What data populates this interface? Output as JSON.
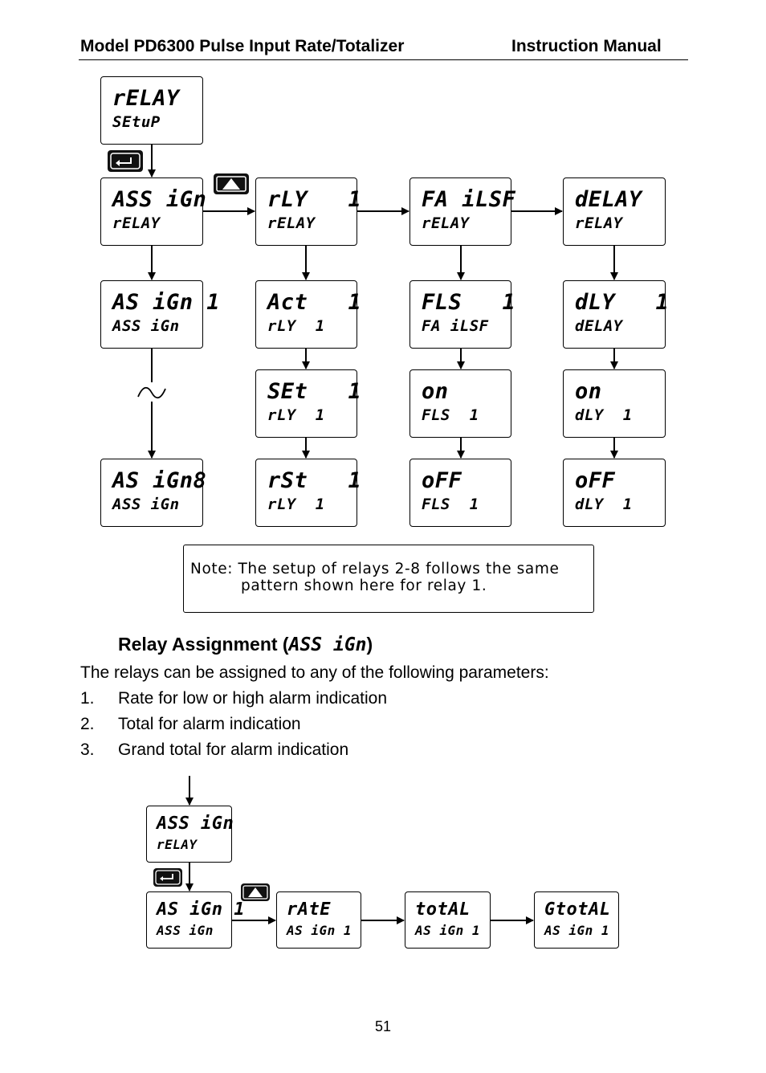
{
  "header": {
    "left": "Model PD6300 Pulse Input Rate/Totalizer",
    "right": "Instruction Manual"
  },
  "diagram1": {
    "relay_setup": {
      "top": "rELAY",
      "bottom": "SEtuP"
    },
    "row1": [
      {
        "top": "ASS iGn",
        "bottom": "rELAY"
      },
      {
        "top": "rLY   1",
        "bottom": "rELAY"
      },
      {
        "top": "FA iLSF",
        "bottom": "rELAY"
      },
      {
        "top": "dELAY",
        "bottom": "rELAY"
      }
    ],
    "col_assign": [
      {
        "top": "AS iGn 1",
        "bottom": "ASS iGn"
      },
      {
        "top": "AS iGn8",
        "bottom": "ASS iGn"
      }
    ],
    "col_rly": [
      {
        "top": "Act   1",
        "bottom": "rLY  1"
      },
      {
        "top": "SEt   1",
        "bottom": "rLY  1"
      },
      {
        "top": "rSt   1",
        "bottom": "rLY  1"
      }
    ],
    "col_failsafe": [
      {
        "top": "FLS   1",
        "bottom": "FA iLSF"
      },
      {
        "top": "on",
        "bottom": "FLS  1"
      },
      {
        "top": "oFF",
        "bottom": "FLS  1"
      }
    ],
    "col_delay": [
      {
        "top": "dLY   1",
        "bottom": "dELAY"
      },
      {
        "top": "on",
        "bottom": "dLY  1"
      },
      {
        "top": "oFF",
        "bottom": "dLY  1"
      }
    ]
  },
  "note": {
    "line1": "Note: The setup of relays 2-8 follows the same",
    "line2": "pattern shown here for relay 1."
  },
  "section": {
    "heading_prefix": "Relay Assignment (",
    "heading_code": "ASS iGn",
    "heading_suffix": ")",
    "intro": "The relays can be assigned to any of the following parameters:",
    "items": [
      {
        "num": "1.",
        "text": "Rate for low or high alarm indication"
      },
      {
        "num": "2.",
        "text": "Total for alarm indication"
      },
      {
        "num": "3.",
        "text": "Grand total for alarm indication"
      }
    ]
  },
  "diagram2": {
    "assign": {
      "top": "ASS iGn",
      "bottom": "rELAY"
    },
    "row": [
      {
        "top": "AS iGn 1",
        "bottom": "ASS iGn"
      },
      {
        "top": "rAtE",
        "bottom": "AS iGn 1"
      },
      {
        "top": "totAL",
        "bottom": "AS iGn 1"
      },
      {
        "top": "GtotAL",
        "bottom": "AS iGn 1"
      }
    ]
  },
  "page_number": "51",
  "icons": {
    "enter": "enter-button-icon",
    "up": "up-arrow-button-icon",
    "break": "tilde-break-icon"
  }
}
